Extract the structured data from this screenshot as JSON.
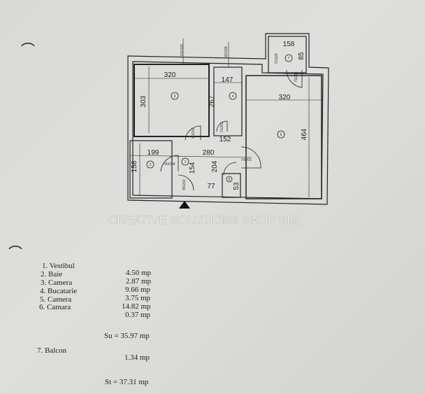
{
  "floor_plan": {
    "dimensions": {
      "room3_width": "320",
      "room3_height": "303",
      "room4_width": "147",
      "room4_height": "267",
      "room5_width": "320",
      "room5_height": "464",
      "balcony_width": "158",
      "balcony_height": "85",
      "hall_width": "152",
      "vestibule_width": "280",
      "bath_width": "199",
      "bath_height": "158",
      "vestibule_height_left": "154",
      "vestibule_height": "204",
      "pantry_width": "77",
      "pantry_height": "53"
    },
    "window_labels": {
      "w1": "152/328",
      "w2": "80/328",
      "w3": "71/328"
    },
    "door_labels": {
      "d1": "80/202",
      "d2": "71/202",
      "d3": "60/204",
      "d4": "85/202",
      "d5": "79/201",
      "d6": "75/216"
    },
    "room_numbers": [
      "1",
      "2",
      "3",
      "4",
      "5",
      "6",
      "7"
    ],
    "watermark": "CREATIVE SOLUTIONS SHOP SRL"
  },
  "rooms": [
    {
      "name": "1. Vestibul",
      "area": "4.50 mp"
    },
    {
      "name": "2. Baie",
      "area": "2.87 mp"
    },
    {
      "name": "3. Camera",
      "area": "9.66 mp"
    },
    {
      "name": "4. Bucatarie",
      "area": "3.75 mp"
    },
    {
      "name": "5. Camera",
      "area": "14.82 mp"
    },
    {
      "name": "6. Camara",
      "area": "0.37 mp"
    }
  ],
  "useful_total": "Su = 35.97 mp",
  "balcony": {
    "name": "7. Balcon",
    "area": "1.34 mp"
  },
  "grand_total": "St = 37.31 mp"
}
